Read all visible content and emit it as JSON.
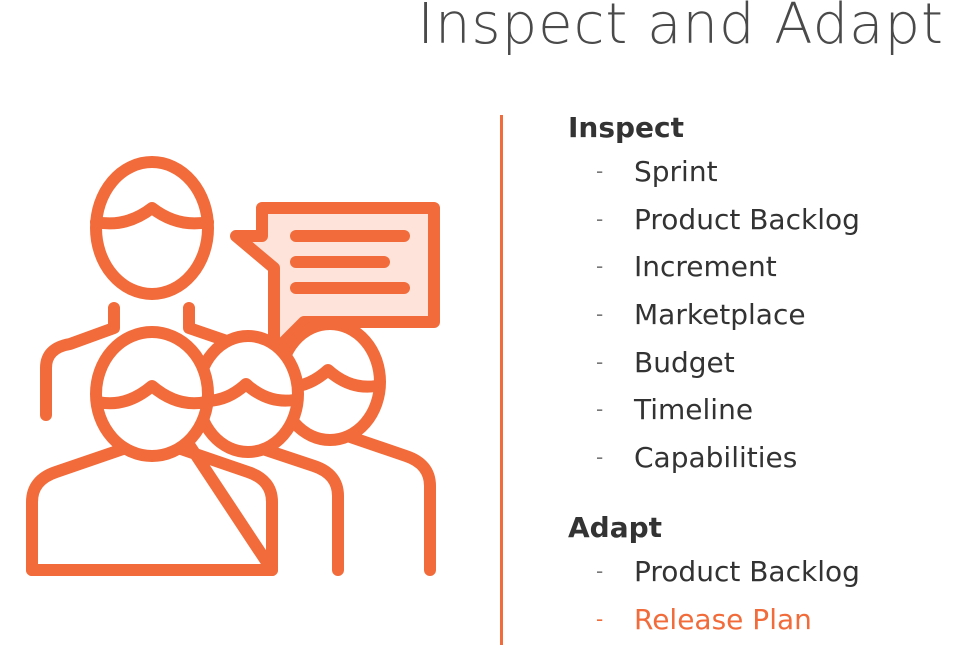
{
  "title": "Inspect and Adapt",
  "colors": {
    "accent": "#f26b3a",
    "accent_light": "#fde3da",
    "text": "#333333"
  },
  "illustration": {
    "icon": "team-discussion-icon"
  },
  "inspect": {
    "heading": "Inspect",
    "items": [
      {
        "dash": "-",
        "label": "Sprint"
      },
      {
        "dash": "-",
        "label": "Product Backlog"
      },
      {
        "dash": "-",
        "label": "Increment"
      },
      {
        "dash": "-",
        "label": "Marketplace"
      },
      {
        "dash": "-",
        "label": "Budget"
      },
      {
        "dash": "-",
        "label": "Timeline"
      },
      {
        "dash": "-",
        "label": "Capabilities"
      }
    ]
  },
  "adapt": {
    "heading": "Adapt",
    "items": [
      {
        "dash": "-",
        "label": "Product Backlog"
      },
      {
        "dash": "-",
        "label": "Release Plan"
      }
    ]
  }
}
